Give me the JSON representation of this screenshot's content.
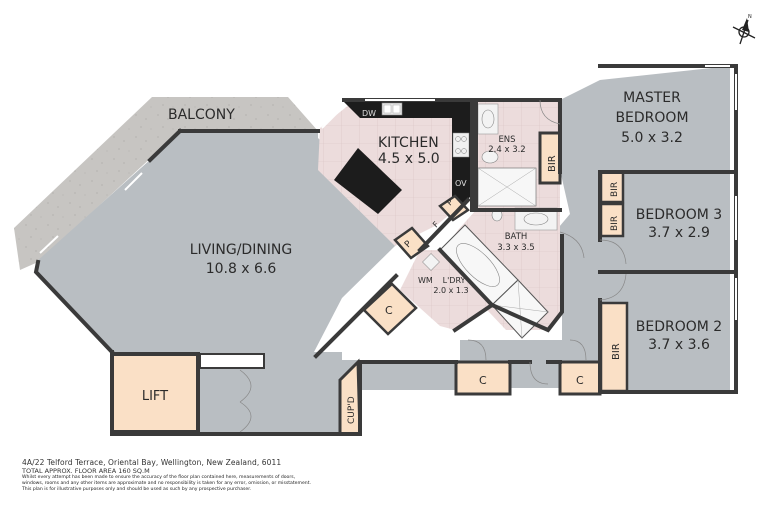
{
  "compass": {
    "label": "N",
    "icon": "north-arrow-icon"
  },
  "rooms": {
    "balcony": {
      "name": "BALCONY"
    },
    "living": {
      "name": "LIVING/DINING",
      "size": "10.8 x 6.6"
    },
    "kitchen": {
      "name": "KITCHEN",
      "size": "4.5 x 5.0"
    },
    "ensuite": {
      "name": "ENS",
      "size": "2.4 x 3.2"
    },
    "master": {
      "name1": "MASTER",
      "name2": "BEDROOM",
      "size": "5.0 x 3.2"
    },
    "bedroom3": {
      "name": "BEDROOM 3",
      "size": "3.7 x 2.9"
    },
    "bedroom2": {
      "name": "BEDROOM 2",
      "size": "3.7 x 3.6"
    },
    "bath": {
      "name": "BATH",
      "size": "3.3 x 3.5"
    },
    "laundry": {
      "name": "L'DRY",
      "size": "2.0 x 1.3"
    },
    "lift": {
      "name": "LIFT"
    },
    "cupboard": {
      "name": "CUP'D"
    }
  },
  "fixtures": {
    "dishwasher": "DW",
    "oven": "OV",
    "washing_machine": "WM",
    "pantry": "P",
    "fridge": "F",
    "cupboard": "C",
    "built_in_robe": "BIR"
  },
  "footer": {
    "address": "4A/22 Telford Terrace, Oriental Bay, Wellington, New Zealand, 6011",
    "area": "TOTAL APPROX. FLOOR AREA 160 SQ.M",
    "disclaimer1": "Whilst every attempt has been made to ensure the accuracy of the floor plan contained here, measurements of doors,",
    "disclaimer2": "windows, rooms and any other items are approximate and no responsibility is taken for any error, omission, or misstatement.",
    "disclaimer3": "This plan is for illustrative purposes only and should be used as such by any prospective purchaser."
  },
  "colors": {
    "room_grey": "#b9bec2",
    "wall": "#3a3a3a",
    "storage": "#fae0c6",
    "tile": "#ecdcdc",
    "balcony": "#c7c5c2",
    "bench": "#1c1c1c"
  }
}
